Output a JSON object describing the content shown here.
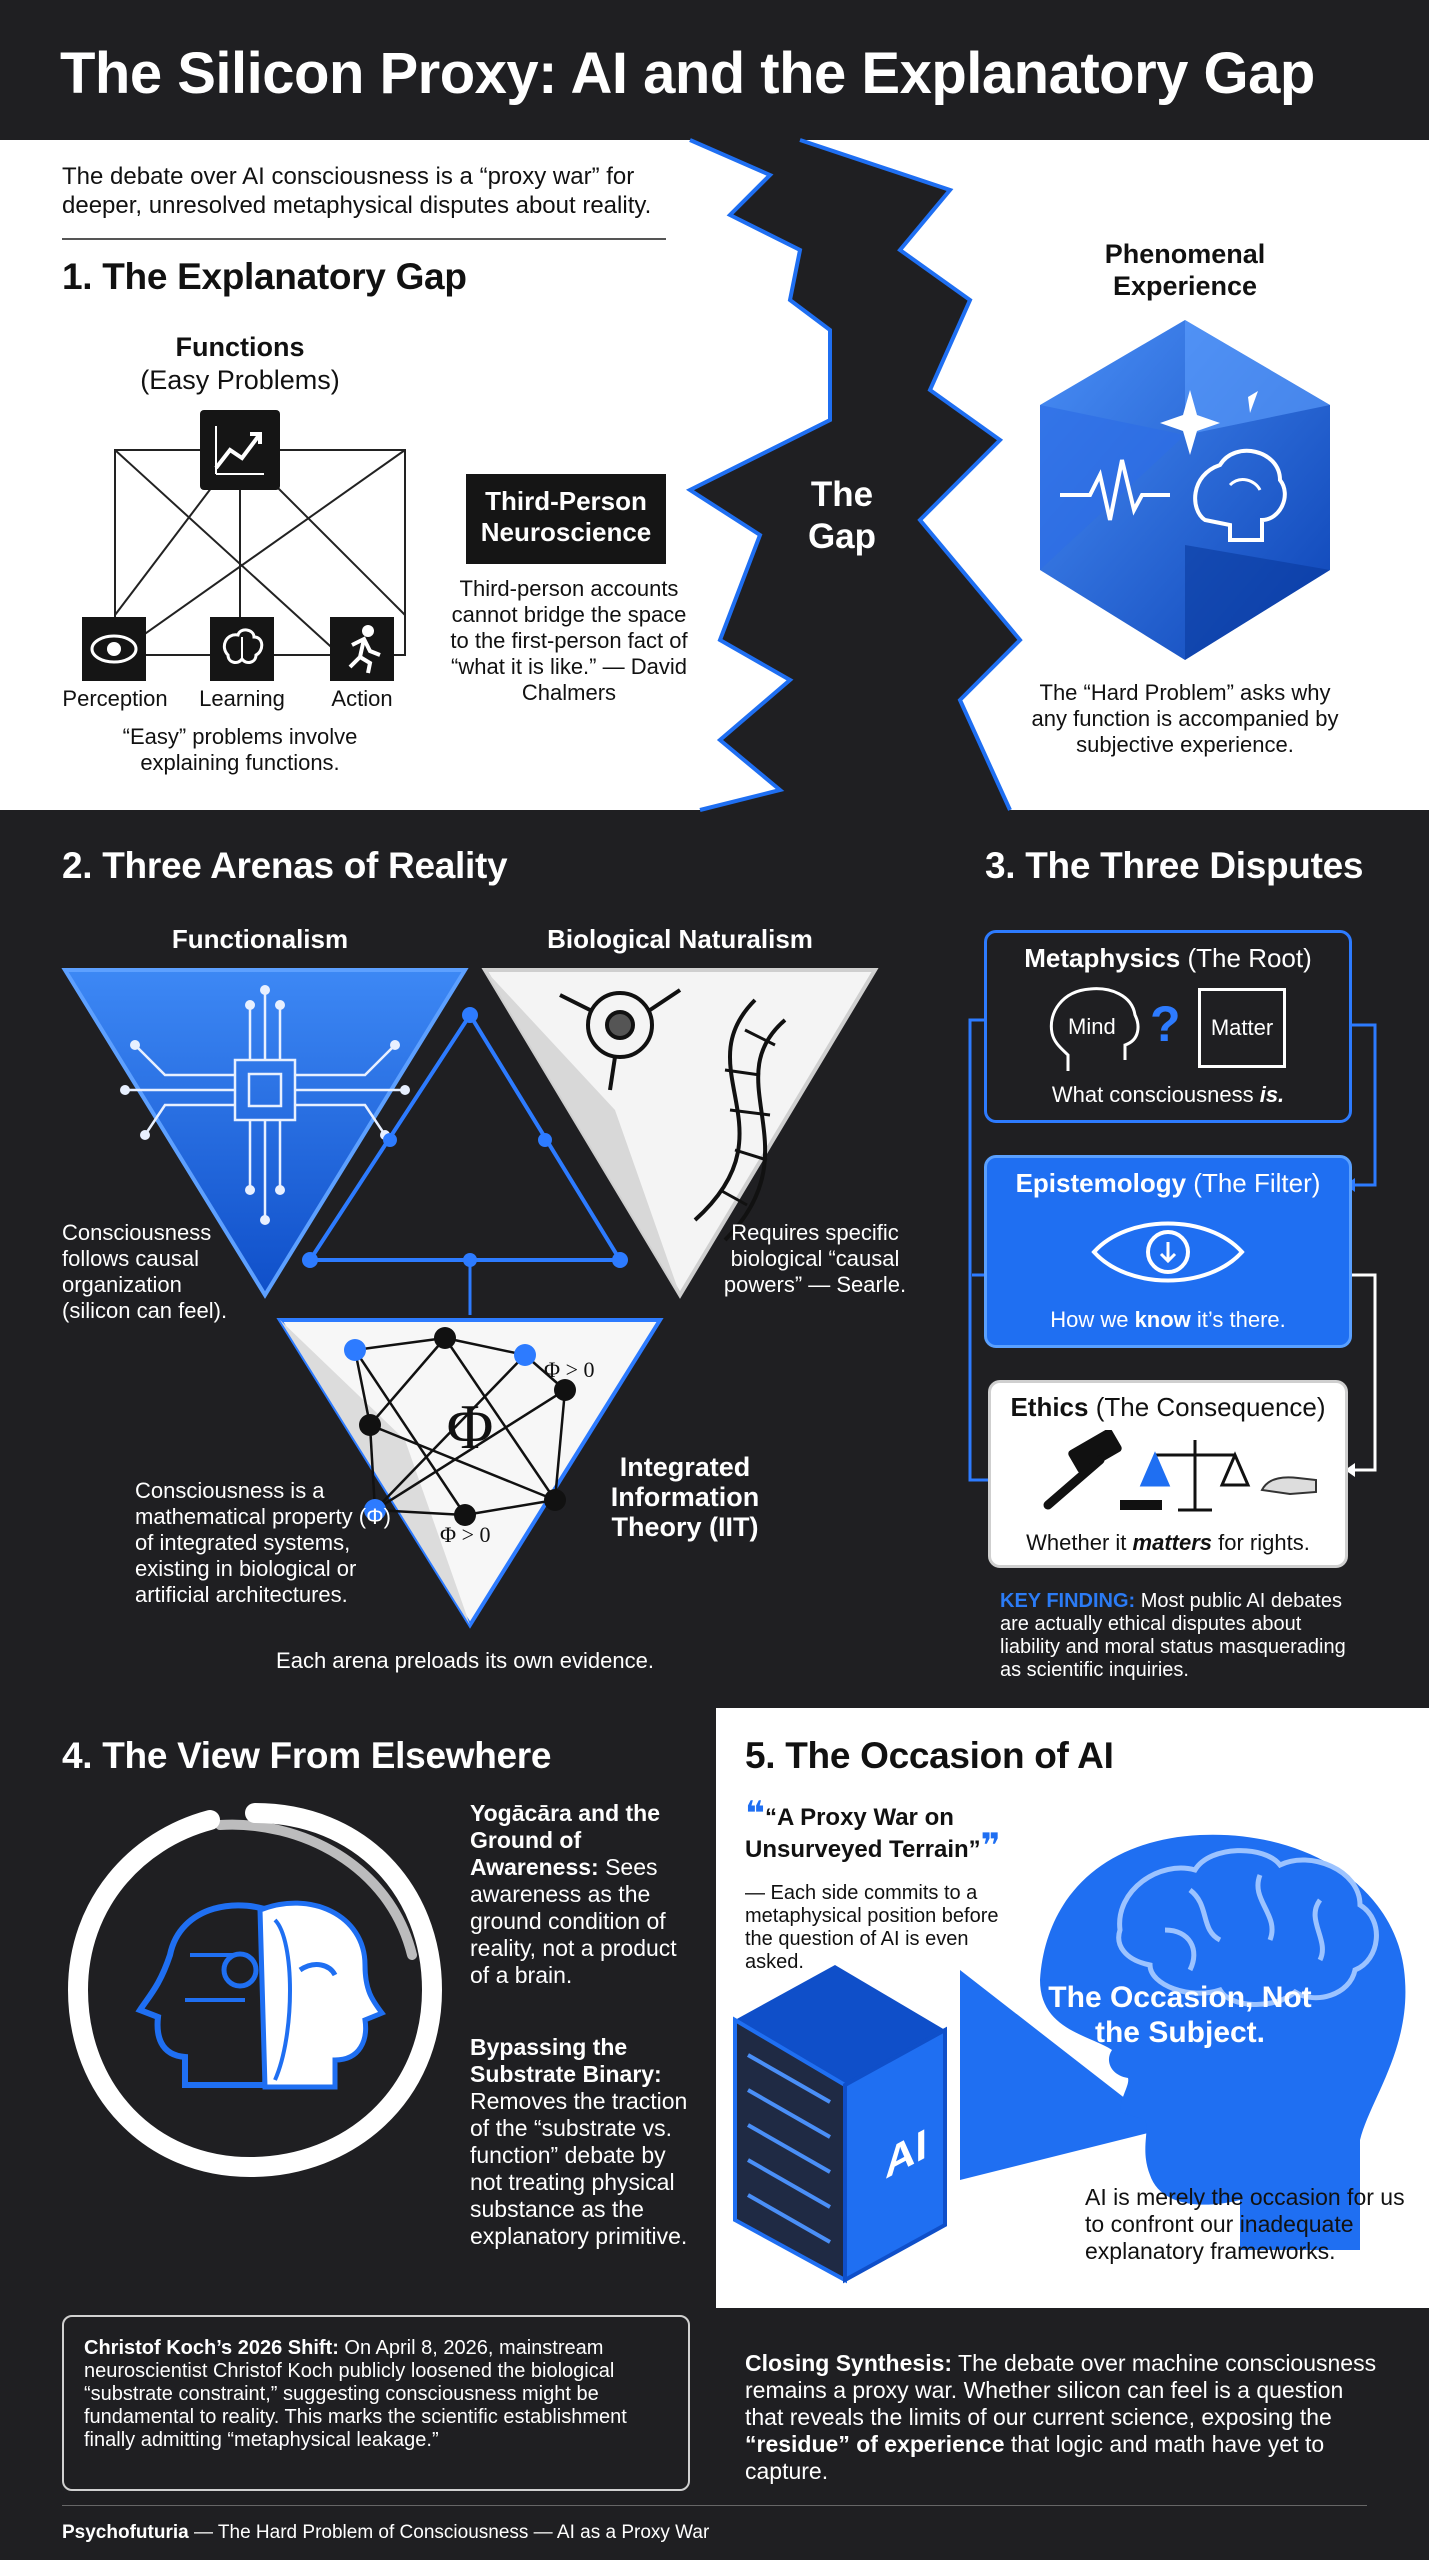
{
  "title": "The Silicon Proxy: AI and the Explanatory Gap",
  "intro": "The debate over AI consciousness is a “proxy war” for deeper, unresolved metaphysical disputes about reality.",
  "colors": {
    "accent": "#1f6ff2",
    "dark": "#1f1f22",
    "light": "#ffffff",
    "finding": "#2b7bf5"
  },
  "section1": {
    "heading": "1. The Explanatory Gap",
    "functions_title": "Functions",
    "functions_sub": "(Easy Problems)",
    "nodes": [
      {
        "label": "Perception",
        "icon": "eye-icon"
      },
      {
        "label": "Learning",
        "icon": "brain-icon"
      },
      {
        "label": "Action",
        "icon": "running-figure-icon"
      }
    ],
    "top_node_icon": "chart-trend-icon",
    "easy_caption": "“Easy” problems involve explaining functions.",
    "neuro_box": "Third-Person Neuroscience",
    "neuro_text": "Third-person accounts cannot bridge the space to the first-person fact of “what it is like.” — David Chalmers",
    "gap_label": "The Gap",
    "phenomenal_title": "Phenomenal Experience",
    "hard_caption": "The “Hard Problem” asks why any function is accompanied by subjective experience."
  },
  "section2": {
    "heading": "2. Three Arenas of Reality",
    "functionalism_title": "Functionalism",
    "functionalism_text": "Consciousness follows causal organization (silicon can feel).",
    "bio_title": "Biological Naturalism",
    "bio_text": "Requires specific biological “causal powers” — Searle.",
    "iit_title": "Integrated Information Theory (IIT)",
    "iit_text": "Consciousness is a mathematical property (Φ) of integrated systems, existing in biological or artificial architectures.",
    "phi_symbol": "Φ",
    "phi_gt_a": "Φ > 0",
    "phi_gt_b": "Φ > 0",
    "caption": "Each arena preloads its own evidence."
  },
  "section3": {
    "heading": "3. The Three Disputes",
    "metaphysics_title": "Metaphysics",
    "metaphysics_sub": "(The Root)",
    "mind_label": "Mind",
    "matter_label": "Matter",
    "metaphysics_text_a": "What consciousness ",
    "metaphysics_text_b": "is.",
    "epistemology_title": "Epistemology",
    "epistemology_sub": "(The Filter)",
    "epistemology_text_a": "How we ",
    "epistemology_text_b": "know",
    "epistemology_text_c": " it’s there.",
    "ethics_title": "Ethics",
    "ethics_sub": "(The Consequence)",
    "ethics_text_a": "Whether it ",
    "ethics_text_b": "matters",
    "ethics_text_c": " for rights.",
    "finding_label": "KEY FINDING:",
    "finding_text": " Most public AI debates are actually ethical disputes about liability and moral status masquerading as scientific inquiries."
  },
  "section4": {
    "heading": "4. The View From Elsewhere",
    "yoga_title": "Yogācāra and the Ground of Awareness:",
    "yoga_text": " Sees awareness as the ground condition of reality, not a product of a brain.",
    "bypass_title": "Bypassing the Substrate Binary:",
    "bypass_text": " Removes the traction of the “substrate vs. function” debate by not treating physical substance as the explanatory primitive."
  },
  "section5": {
    "heading": "5. The Occasion of AI",
    "quote": "“A Proxy War on Unsurveyed Terrain”",
    "quote_sub": "— Each side commits to a metaphysical position before the question of AI is even asked.",
    "server_label": "AI",
    "head_text": "The Occasion, Not the Subject.",
    "caption": "AI is merely the occasion for us to confront our inadequate explanatory frameworks."
  },
  "koch": {
    "title": "Christof Koch’s 2026 Shift:",
    "text": " On April 8, 2026, mainstream neuroscientist Christof Koch publicly loosened the biological “substrate constraint,” suggesting consciousness might be fundamental to reality. This marks the scientific establishment finally admitting “metaphysical leakage.”"
  },
  "closing": {
    "title": "Closing Synthesis:",
    "text_a": " The debate over machine consciousness remains a proxy war. Whether silicon can feel is a question that reveals the limits of our current science, exposing the ",
    "text_b": "“residue” of experience",
    "text_c": " that logic and math have yet to capture."
  },
  "footer": {
    "brand": "Psychofuturia",
    "rest": " — The Hard Problem of Consciousness — AI as a Proxy War"
  }
}
